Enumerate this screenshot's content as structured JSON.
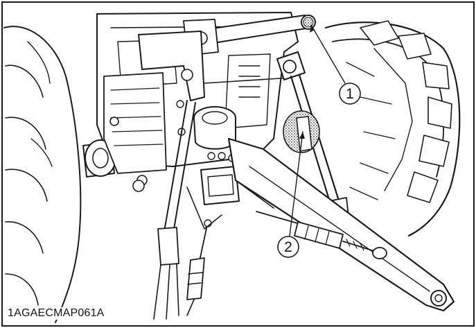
{
  "figure": {
    "code": "1AGAECMAP061A",
    "callouts": [
      {
        "number": "1"
      },
      {
        "number": "2"
      }
    ]
  }
}
